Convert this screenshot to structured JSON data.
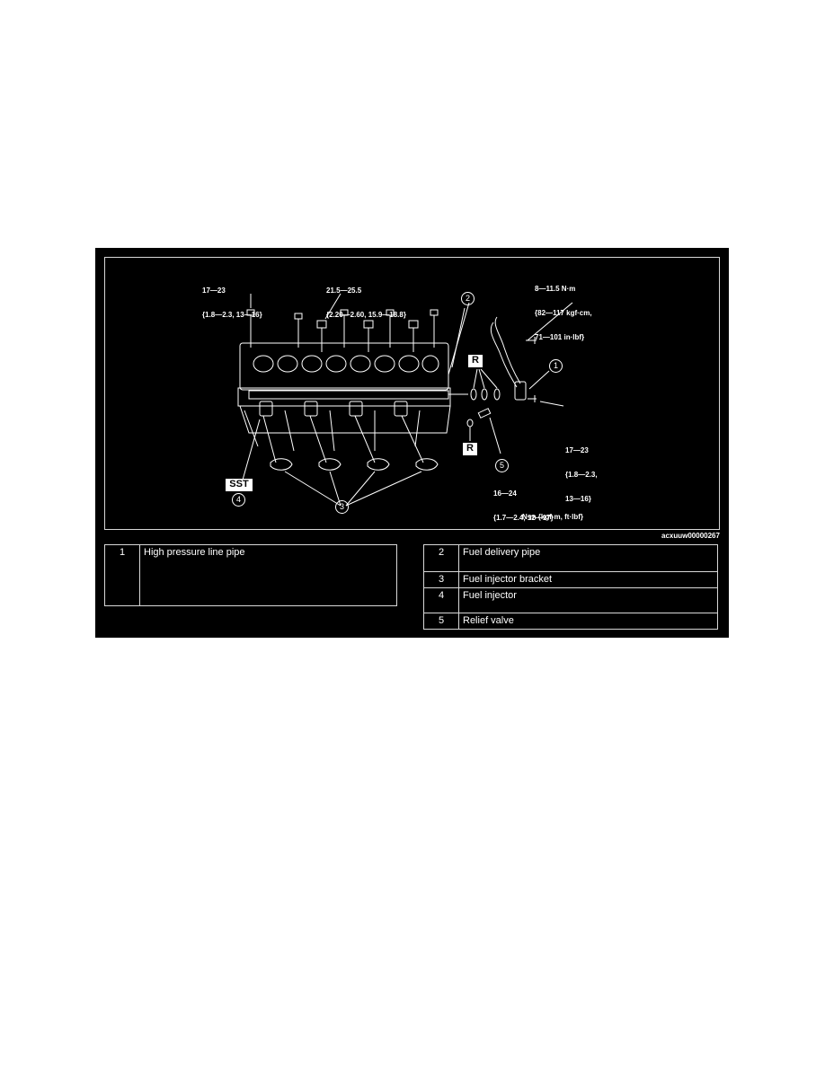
{
  "diagram": {
    "callouts": {
      "left_torque_line1": "17—23",
      "left_torque_line2": "{1.8—2.3, 13—16}",
      "center_torque_line1": "21.5—25.5",
      "center_torque_line2": "{2.20—2.60, 15.9—18.8}",
      "upper_right_torque_line1": "8—11.5 N·m",
      "upper_right_torque_line2": "{82—117 kgf·cm,",
      "upper_right_torque_line3": "71—101 in·lbf}",
      "right_torque_line1": "17—23",
      "right_torque_line2": "{1.8—2.3,",
      "right_torque_line3": "13—16}",
      "relief_torque_line1": "16—24",
      "relief_torque_line2": "{1.7—2.4, 12—17}",
      "unit_note": "N·m {kgf·m, ft·lbf}",
      "ref_code": "acxuuw00000267"
    },
    "markers": {
      "sst": "SST",
      "replace_top": "R",
      "replace_bottom": "R",
      "c1": "1",
      "c2": "2",
      "c3": "3",
      "c4": "4",
      "c5": "5"
    }
  },
  "legend_left": [
    {
      "num": "1",
      "name": "High pressure line pipe"
    }
  ],
  "legend_right": [
    {
      "num": "2",
      "name": "Fuel delivery pipe"
    },
    {
      "num": "3",
      "name": "Fuel injector bracket"
    },
    {
      "num": "4",
      "name": "Fuel injector"
    },
    {
      "num": "5",
      "name": "Relief valve"
    }
  ],
  "colors": {
    "background": "#000000",
    "line": "#ffffff",
    "border": "#d8d8d8"
  }
}
